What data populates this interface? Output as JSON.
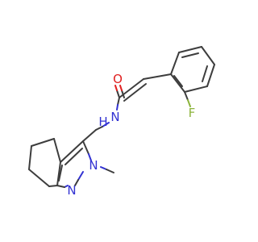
{
  "molecule": {
    "labels": {
      "oxygen": "O",
      "fluorine": "F",
      "amide_n": "N",
      "amide_h": "H",
      "ring_n_methyl": "N",
      "ring_n_bottom": "N"
    },
    "colors": {
      "bond": "#3d3d3d",
      "oxygen": "#e02020",
      "nitrogen": "#3232d2",
      "fluorine": "#8cb43c"
    }
  }
}
